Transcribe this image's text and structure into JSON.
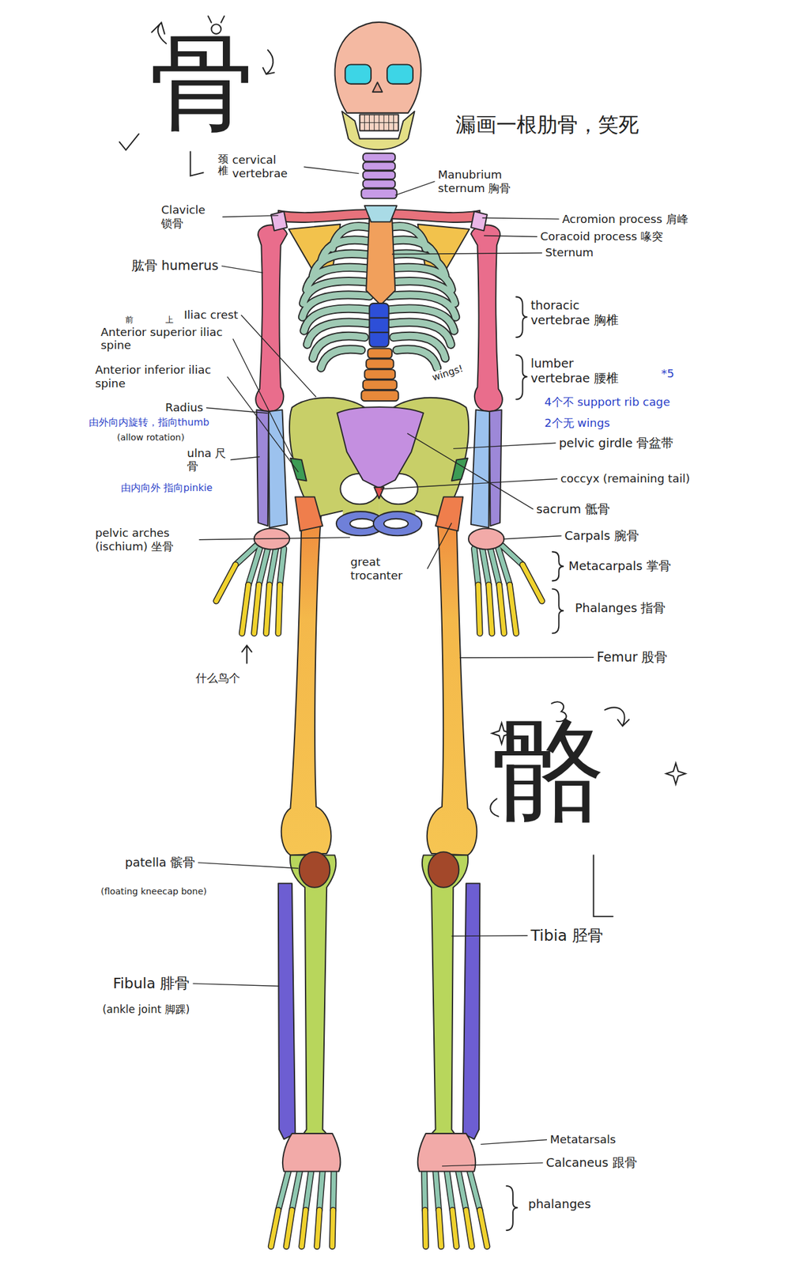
{
  "diagram": {
    "labels": [
      "骨",
      "颈椎",
      "cervical vertebrae",
      "漏画一根肋骨，笑死",
      "Manubrium sternum 胸骨",
      "Clavicle 锁骨",
      "Acromion process 肩峰",
      "Coracoid process 喙突",
      "Sternum",
      "肱骨 humerus",
      "前",
      "上",
      "Iliac crest",
      "Anterior superior iliac spine",
      "Anterior inferior iliac spine",
      "thoracic vertebrae 胸椎",
      "lumber vertebrae 腰椎",
      "*5",
      "4个不 support rib cage",
      "2个无 wings",
      "wings!",
      "Radius",
      "由外向内旋转，指向thumb",
      "(allow rotation)",
      "ulna 尺骨",
      "由内向外 指向pinkie",
      "pelvic girdle 骨盆带",
      "coccyx (remaining tail)",
      "sacrum 骶骨",
      "pelvic arches (ischium) 坐骨",
      "great trocanter",
      "Carpals 腕骨",
      "Metacarpals 掌骨",
      "Phalanges 指骨",
      "什么鸟个",
      "Femur 股骨",
      "骼",
      "patella 髌骨",
      "(floating kneecap bone)",
      "Tibia 胫骨",
      "Fibula 腓骨",
      "(ankle joint 脚踝)",
      "Metatarsals",
      "Calcaneus 跟骨",
      "phalanges"
    ]
  }
}
